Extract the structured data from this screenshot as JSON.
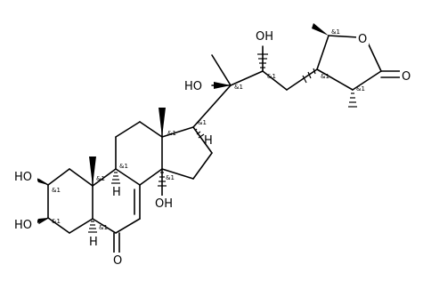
{
  "molecule": {
    "atom_labels": {
      "oh_2": "HO",
      "oh_3": "HO",
      "o_6": "O",
      "oh_14": "OH",
      "oh_20": "HO",
      "oh_22": "OH",
      "o_ring": "O",
      "o_carbonyl": "O",
      "h_5": "H",
      "h_9": "H",
      "h_17": "H"
    },
    "stereo_label": "&1"
  }
}
